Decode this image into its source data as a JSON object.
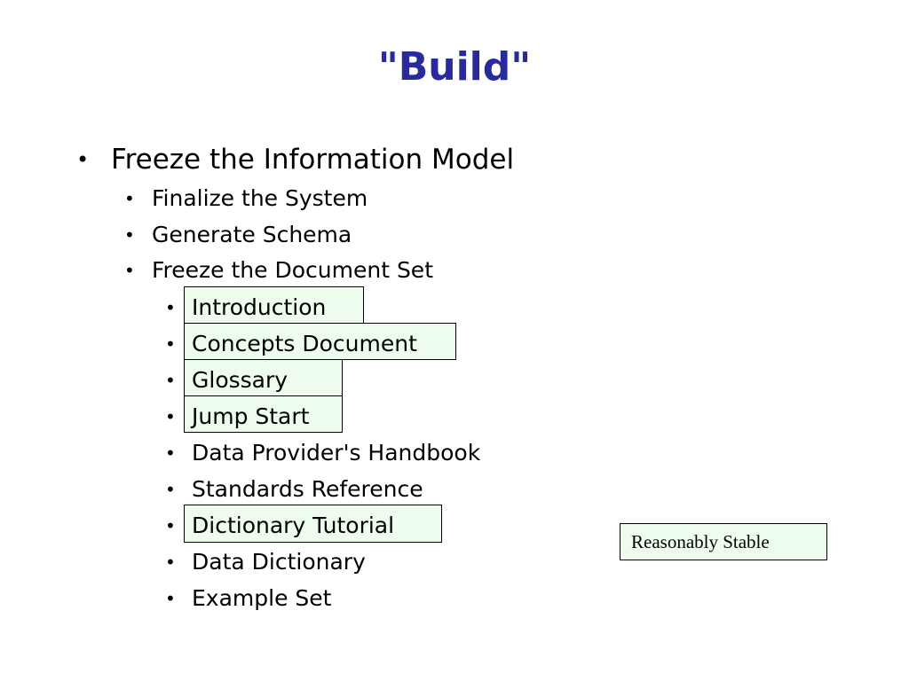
{
  "slide": {
    "title": "\"Build\"",
    "bullet_char": "•",
    "level1": {
      "text": "Freeze the Information Model"
    },
    "level2": [
      {
        "text": "Finalize the System"
      },
      {
        "text": "Generate Schema"
      },
      {
        "text": "Freeze the Document Set"
      }
    ],
    "level3": [
      {
        "text": "Introduction",
        "highlighted": true
      },
      {
        "text": "Concepts Document",
        "highlighted": true
      },
      {
        "text": "Glossary",
        "highlighted": true
      },
      {
        "text": "Jump Start",
        "highlighted": true
      },
      {
        "text": "Data Provider's Handbook",
        "highlighted": false
      },
      {
        "text": "Standards Reference",
        "highlighted": false
      },
      {
        "text": "Dictionary Tutorial",
        "highlighted": true
      },
      {
        "text": "Data Dictionary",
        "highlighted": false
      },
      {
        "text": "Example Set",
        "highlighted": false
      }
    ],
    "callout": {
      "text": "Reasonably Stable"
    }
  },
  "colors": {
    "title": "#2a2aa0",
    "highlight_fill": "#eefcee",
    "border": "#000000",
    "text": "#000000"
  }
}
